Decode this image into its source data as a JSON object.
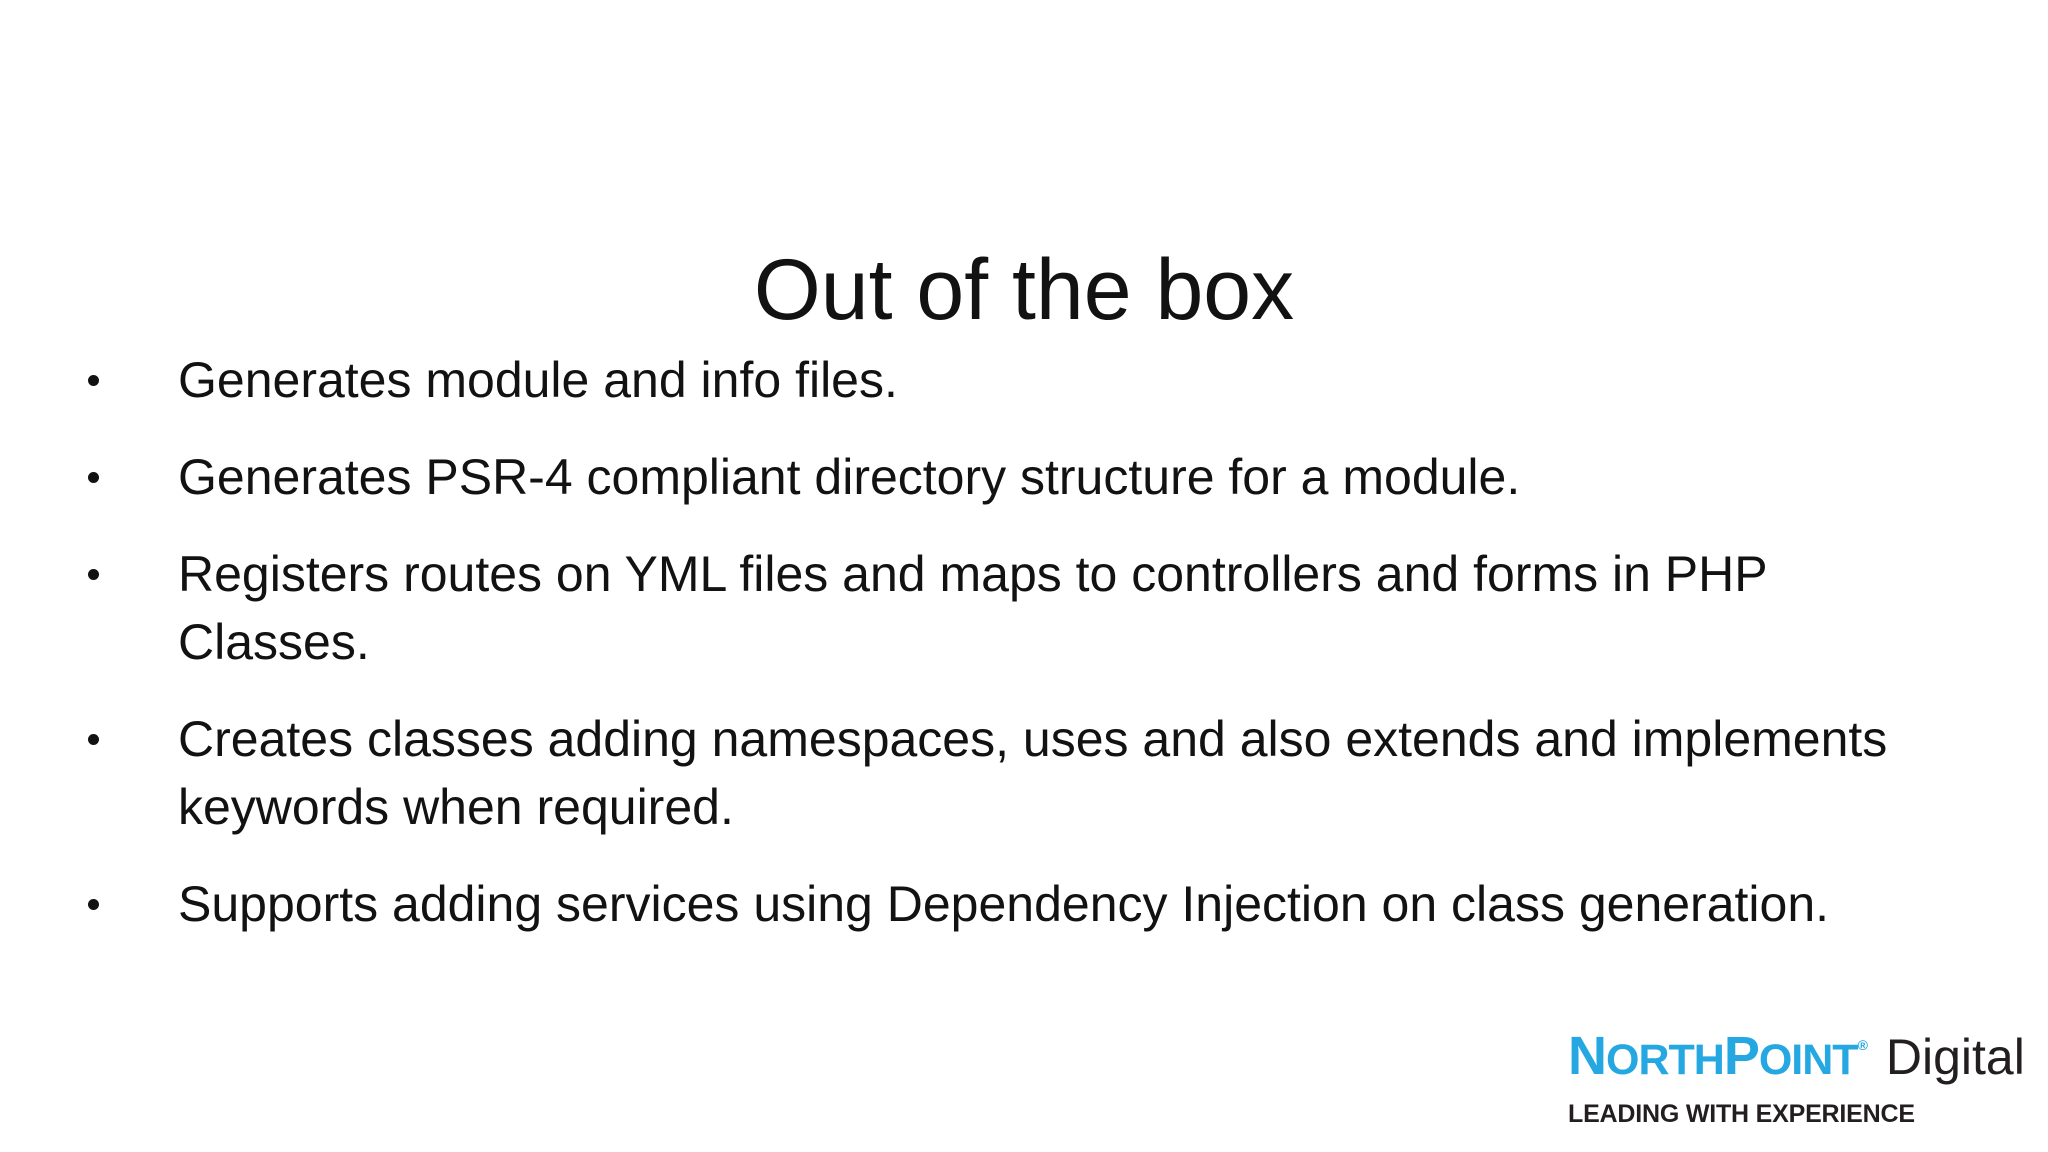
{
  "slide": {
    "title": "Out of the box",
    "bullets": [
      "Generates module and info files.",
      "Generates PSR-4 compliant directory structure for a module.",
      "Registers routes on YML files and maps to controllers and forms in PHP Classes.",
      "Creates classes adding namespaces, uses and also extends and implements keywords when required.",
      "Supports adding services using Dependency Injection on class generation."
    ]
  },
  "logo": {
    "brand_parts": {
      "n": "N",
      "orth": "ORTH",
      "p": "P",
      "oint": "OINT"
    },
    "registered_mark": "®",
    "brand_suffix": "Digital",
    "tagline": "LEADING WITH EXPERIENCE",
    "colors": {
      "brand_blue": "#25a8e2",
      "brand_dark": "#231f20",
      "text": "#121212",
      "background": "#ffffff"
    }
  }
}
